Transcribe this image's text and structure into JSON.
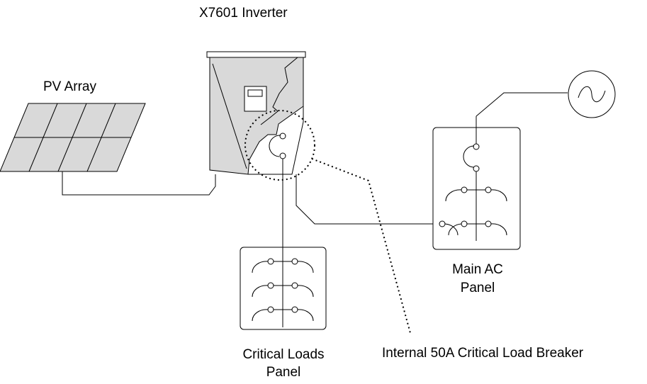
{
  "labels": {
    "inverter": "X7601 Inverter",
    "pv_array": "PV Array",
    "main_panel_line1": "Main AC",
    "main_panel_line2": "Panel",
    "critical_panel_line1": "Critical Loads",
    "critical_panel_line2": "Panel",
    "breaker_callout": "Internal 50A Critical Load Breaker"
  },
  "colors": {
    "line": "#000000",
    "panel_fill": "#d9d9d9",
    "inverter_fill": "#d9d9d9",
    "background": "#ffffff"
  }
}
